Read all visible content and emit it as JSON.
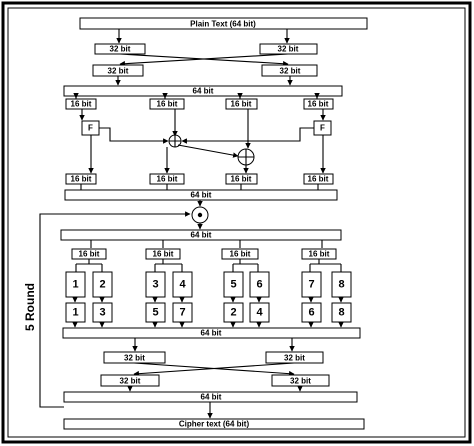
{
  "plain_text": "Plain Text (64 bit)",
  "cipher_text": "Cipher text (64 bit)",
  "bits32": "32 bit",
  "bits64": "64 bit",
  "bits16": "16 bit",
  "f_label": "F",
  "round_label": "5 Round",
  "subblocks_before": [
    "1",
    "2",
    "3",
    "4",
    "5",
    "6",
    "7",
    "8"
  ],
  "subblocks_after": [
    "1",
    "3",
    "5",
    "7",
    "2",
    "4",
    "6",
    "8"
  ],
  "colors": {
    "stroke": "#000000",
    "fill": "#ffffff"
  }
}
